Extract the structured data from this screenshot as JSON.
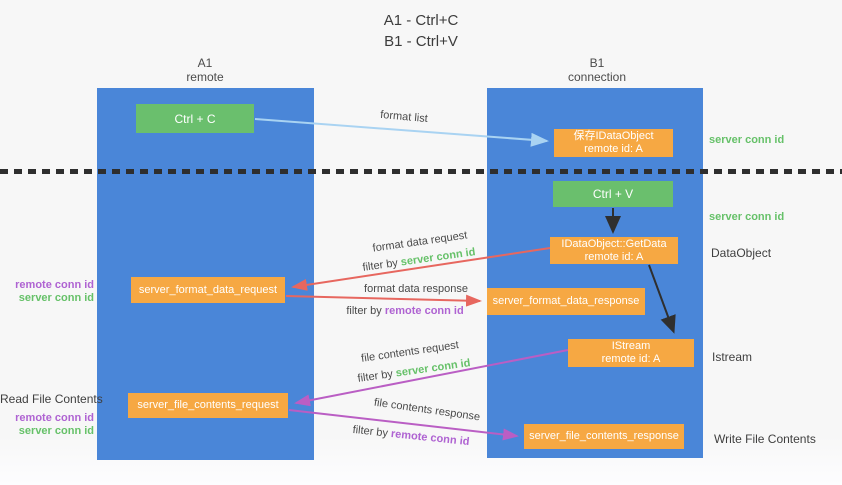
{
  "title": {
    "line1": "A1 - Ctrl+C",
    "line2": "B1 - Ctrl+V"
  },
  "lifelines": {
    "left": {
      "name": "A1",
      "role": "remote"
    },
    "right": {
      "name": "B1",
      "role": "connection"
    }
  },
  "nodes": {
    "ctrl_c": {
      "label": "Ctrl + C"
    },
    "ctrl_v": {
      "label": "Ctrl + V"
    },
    "save_dataobject": {
      "line1": "保存IDataObject",
      "line2": "remote id: A"
    },
    "getdata": {
      "line1": "IDataObject::GetData",
      "line2": "remote id: A"
    },
    "istream": {
      "line1": "IStream",
      "line2": "remote id: A"
    },
    "format_data_request": {
      "label": "server_format_data_request"
    },
    "format_data_response": {
      "label": "server_format_data_response"
    },
    "file_contents_request": {
      "label": "server_file_contents_request"
    },
    "file_contents_response": {
      "label": "server_file_contents_response"
    }
  },
  "arrow_labels": {
    "format_list": "format list",
    "format_data_request": "format data request",
    "format_data_response": "format data response",
    "file_contents_request": "file contents request",
    "file_contents_response": "file contents response",
    "filter_by": "filter by",
    "server_conn_id": "server conn id",
    "remote_conn_id": "remote conn id"
  },
  "side_labels": {
    "right_server_conn_id_1": "server conn id",
    "right_server_conn_id_2": "server conn id",
    "data_object": "DataObject",
    "istream": "Istream",
    "write_file_contents": "Write File Contents",
    "read_file_contents": "Read File Contents",
    "left_remote_conn_id_1": "remote conn id",
    "left_server_conn_id_1": "server conn id",
    "left_remote_conn_id_2": "remote conn id",
    "left_server_conn_id_2": "server conn id"
  },
  "colors": {
    "lifeline_blue": "#4a86d8",
    "action_green": "#6abf6d",
    "node_orange": "#f6a843",
    "request_red": "#e7675f",
    "response_purple": "#ba5ec4",
    "format_list_blue": "#a9d3f2",
    "conn_id_green": "#66c169",
    "conn_id_purple": "#af63d2",
    "background": "#f7f7f7"
  }
}
